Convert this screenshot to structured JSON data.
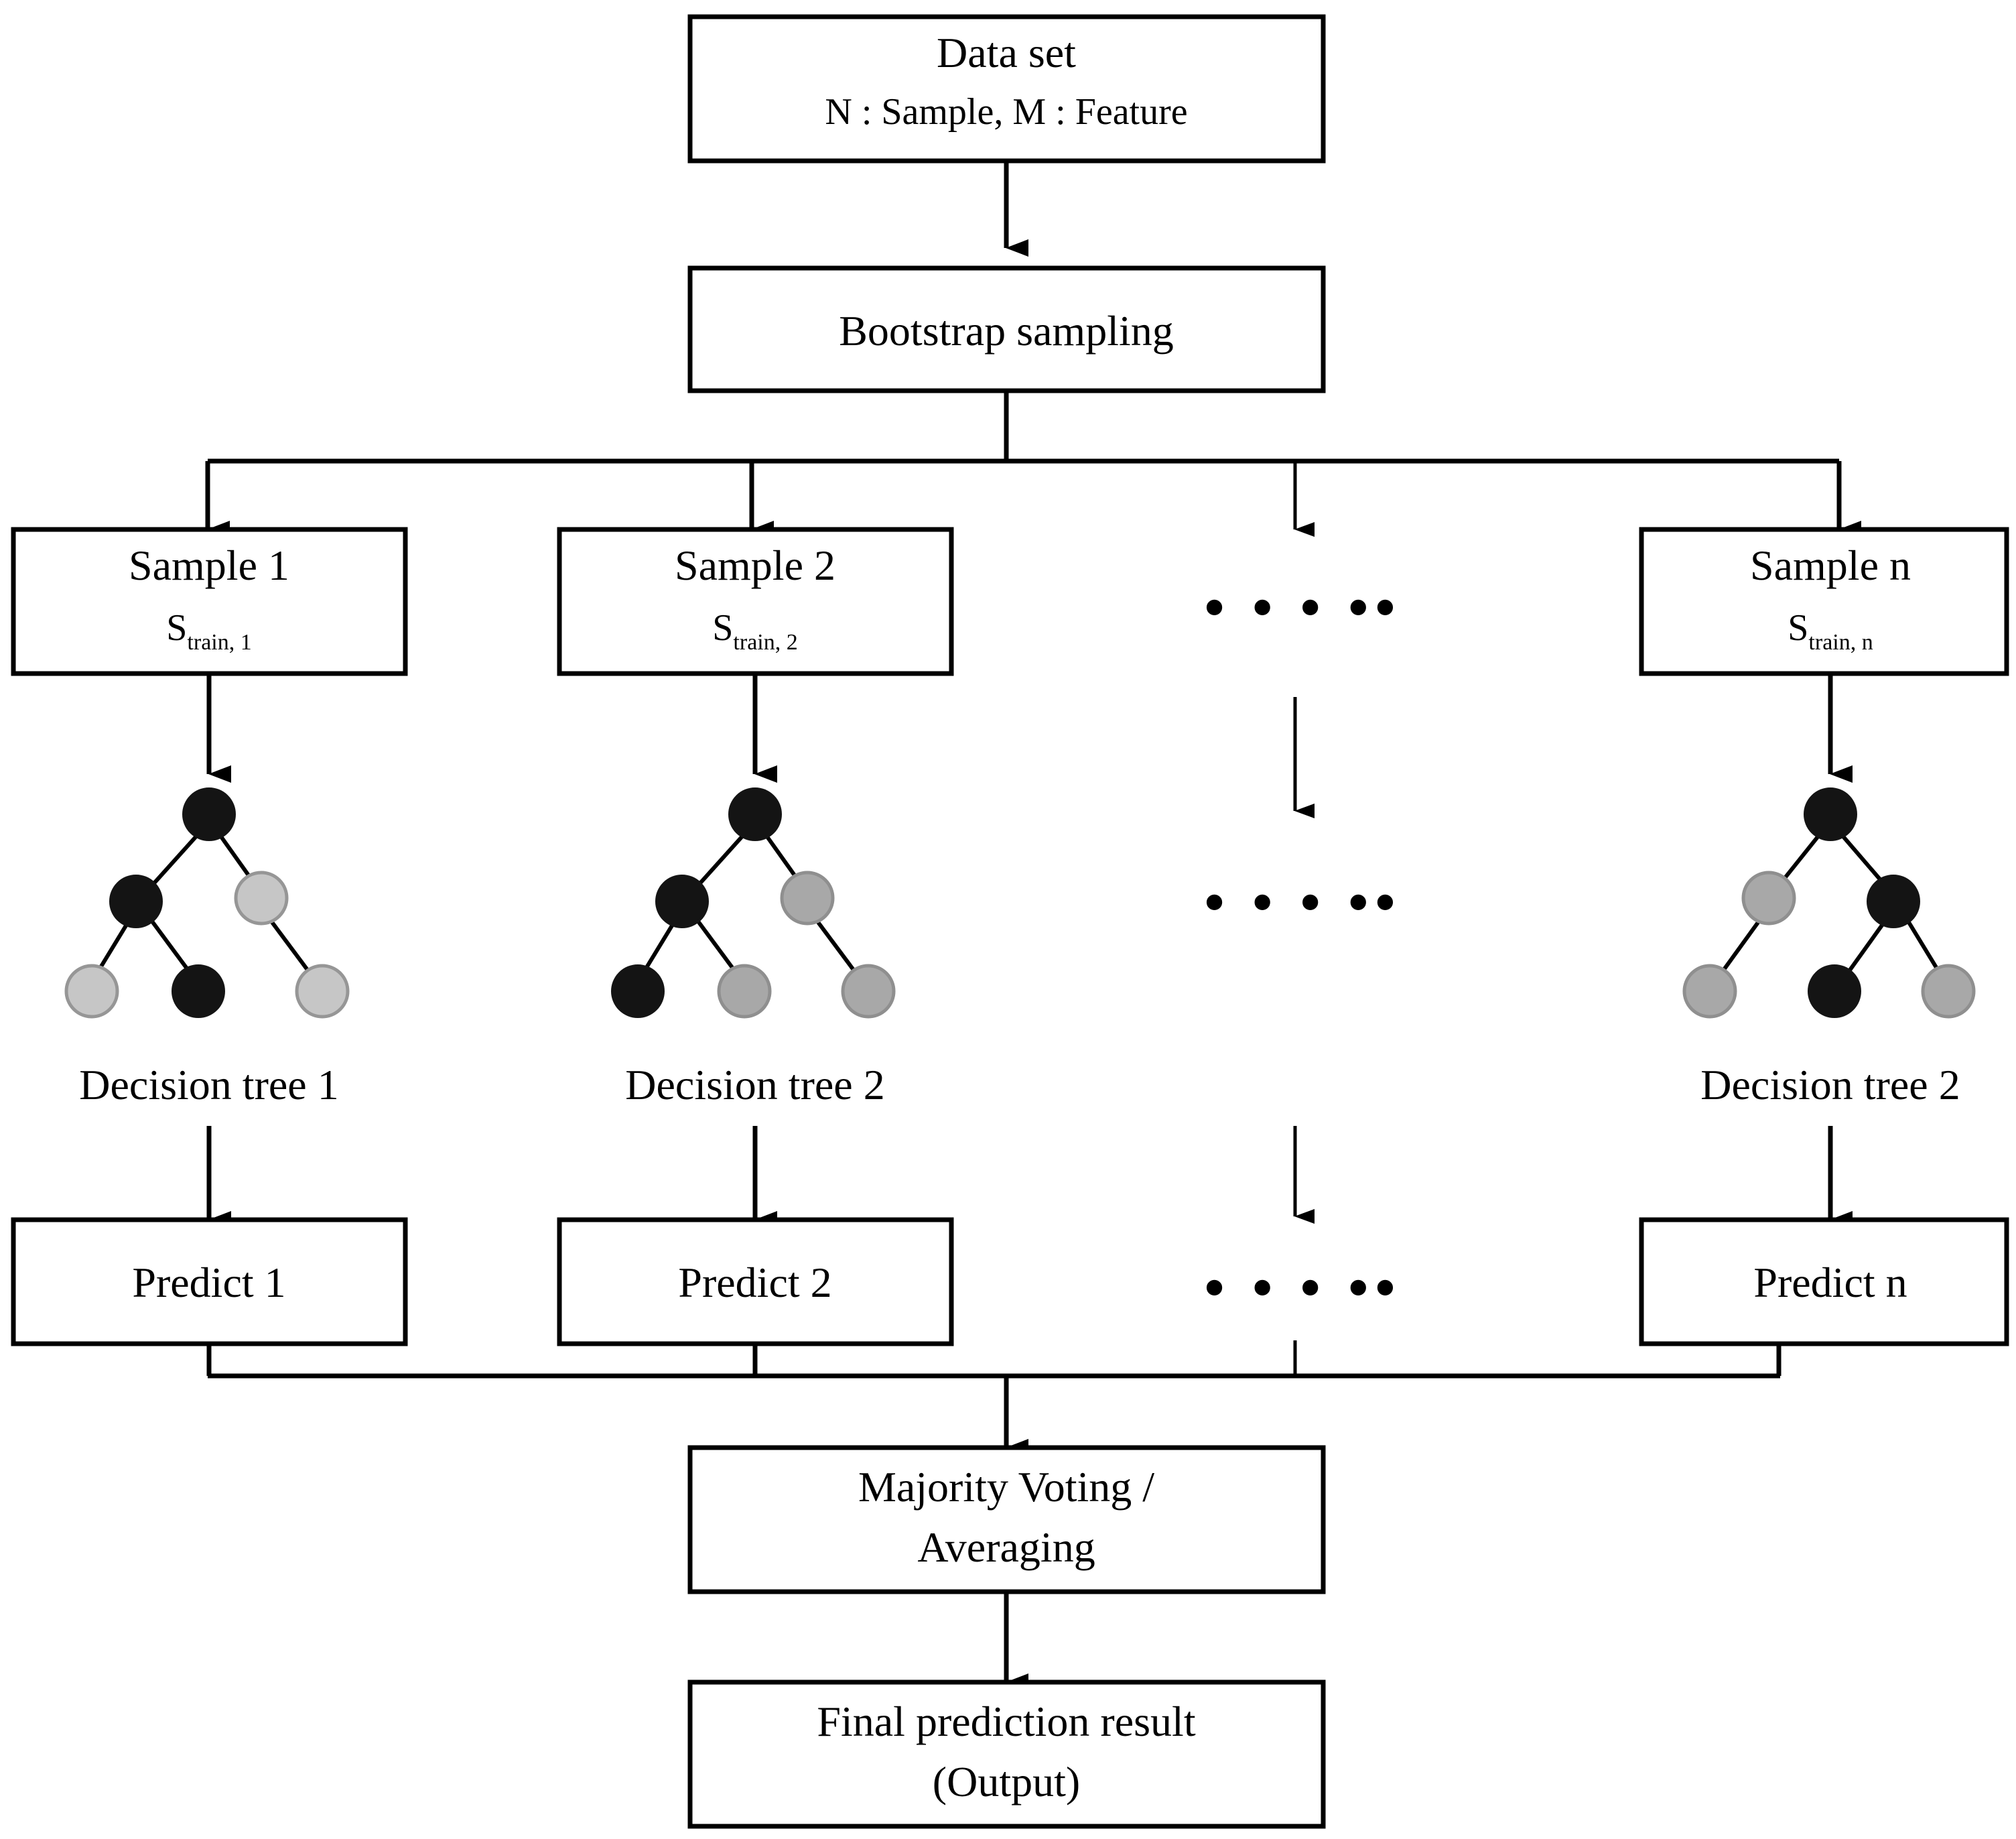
{
  "diagram": {
    "title": "Random Forest flowchart",
    "colors": {
      "stroke": "#000000",
      "node_black": "#141414",
      "node_gray_light": "#c6c6c6",
      "node_gray_medium": "#a8a8a8",
      "background": "#ffffff"
    },
    "dataset_box": {
      "line1": "Data set",
      "line2": "N  : Sample, M : Feature"
    },
    "bootstrap_box": {
      "label": "Bootstrap sampling"
    },
    "samples": [
      {
        "title": "Sample 1",
        "sub_base": "S",
        "sub_script": "train, 1"
      },
      {
        "title": "Sample 2",
        "sub_base": "S",
        "sub_script": "train, 2"
      },
      {
        "title": "Sample n",
        "sub_base": "S",
        "sub_script": "train, n"
      }
    ],
    "trees": [
      {
        "label": "Decision tree 1",
        "nodes": {
          "root": "black",
          "level1_left": "black",
          "level1_right": "gray_light",
          "leaf_left": "gray_light",
          "leaf_middle": "black",
          "leaf_right": "gray_light"
        }
      },
      {
        "label": "Decision tree 2",
        "nodes": {
          "root": "black",
          "level1_left": "black",
          "level1_right": "gray_medium",
          "leaf_left": "black",
          "leaf_middle": "gray_medium",
          "leaf_right": "gray_medium"
        }
      },
      {
        "label": "Decision tree 2",
        "nodes": {
          "root": "black",
          "level1_left": "gray_medium",
          "level1_right": "black",
          "leaf_left": "gray_medium",
          "leaf_middle": "black",
          "leaf_right": "gray_medium"
        }
      }
    ],
    "predicts": [
      {
        "label": "Predict 1"
      },
      {
        "label": "Predict 2"
      },
      {
        "label": "Predict n"
      }
    ],
    "ellipsis": {
      "sample_row": "• • • ••",
      "tree_row": "• • • ••",
      "predict_row": "• • • ••"
    },
    "aggregate_box": {
      "line1": "Majority Voting /",
      "line2": "Averaging"
    },
    "output_box": {
      "line1": "Final prediction result",
      "line2": "(Output)"
    }
  }
}
